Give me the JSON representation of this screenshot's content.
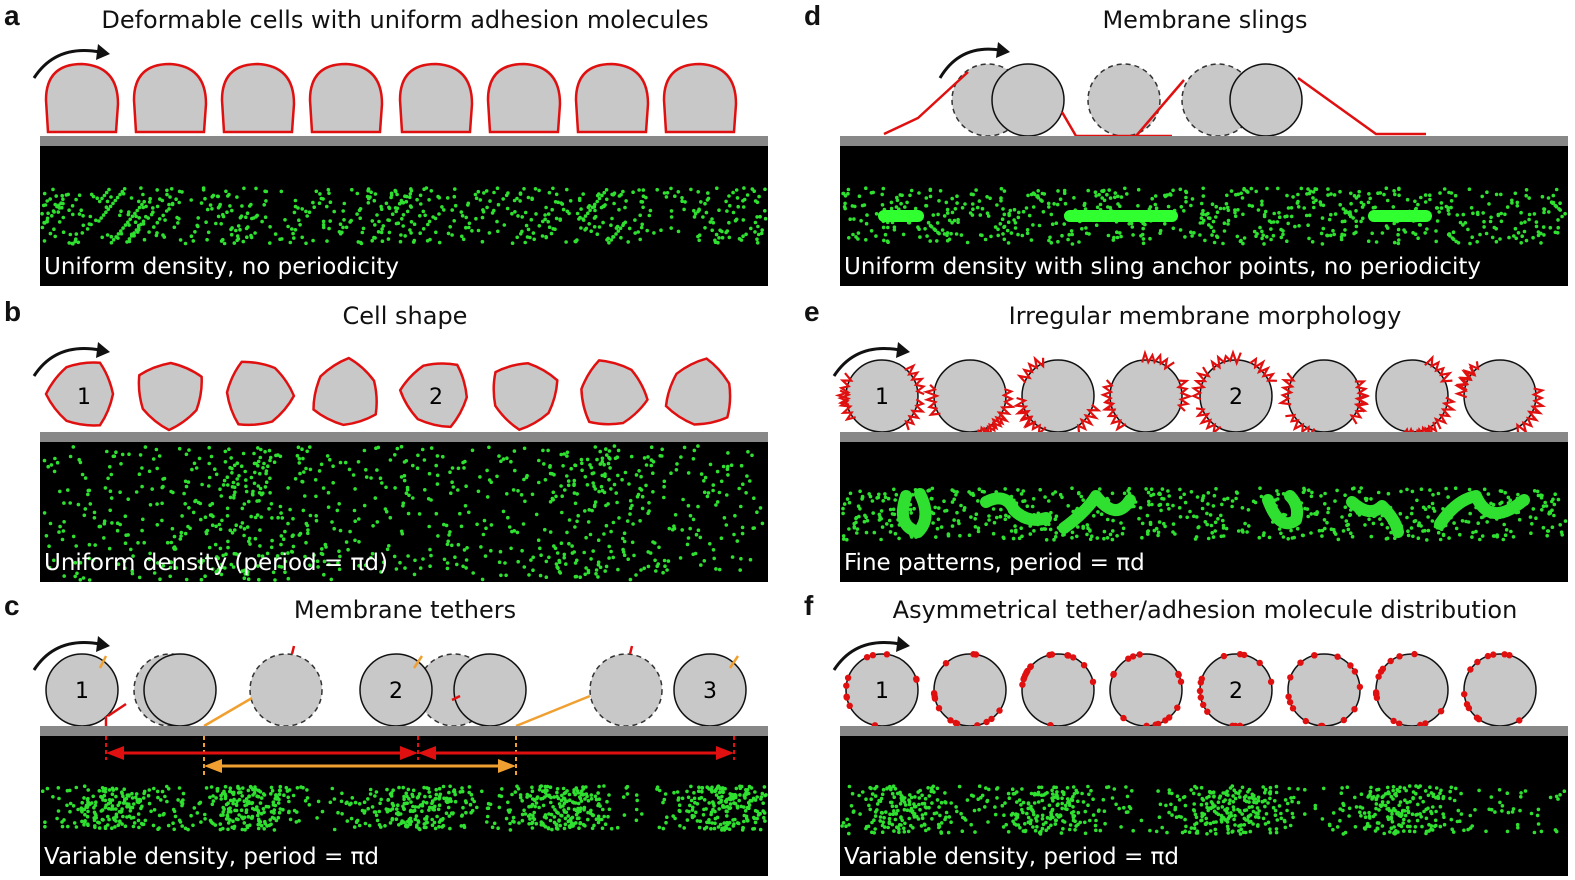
{
  "panels": [
    {
      "letter": "a",
      "title": "Deformable cells with uniform adhesion molecules",
      "caption": "Uniform density, no periodicity"
    },
    {
      "letter": "b",
      "title": "Cell shape",
      "caption": "Uniform density (period = πd)",
      "cell_numbers": [
        "1",
        "2"
      ]
    },
    {
      "letter": "c",
      "title": "Membrane tethers",
      "caption": "Variable density, period = πd",
      "cell_numbers": [
        "1",
        "2",
        "3"
      ]
    },
    {
      "letter": "d",
      "title": "Membrane slings",
      "caption": "Uniform density with sling anchor points, no periodicity"
    },
    {
      "letter": "e",
      "title": "Irregular membrane morphology",
      "caption": "Fine patterns, period = πd",
      "cell_numbers": [
        "1",
        "2"
      ]
    },
    {
      "letter": "f",
      "title": "Asymmetrical tether/adhesion molecule distribution",
      "caption": "Variable density, period = πd",
      "cell_numbers": [
        "1",
        "2"
      ]
    }
  ],
  "colors": {
    "cell_fill": "#c8c8c8",
    "membrane_red": "#e01010",
    "tether_orange": "#f0a030",
    "dot_green": "#30e030",
    "substrate": "#000000"
  },
  "icons": [
    "rotation-arrow-icon"
  ]
}
